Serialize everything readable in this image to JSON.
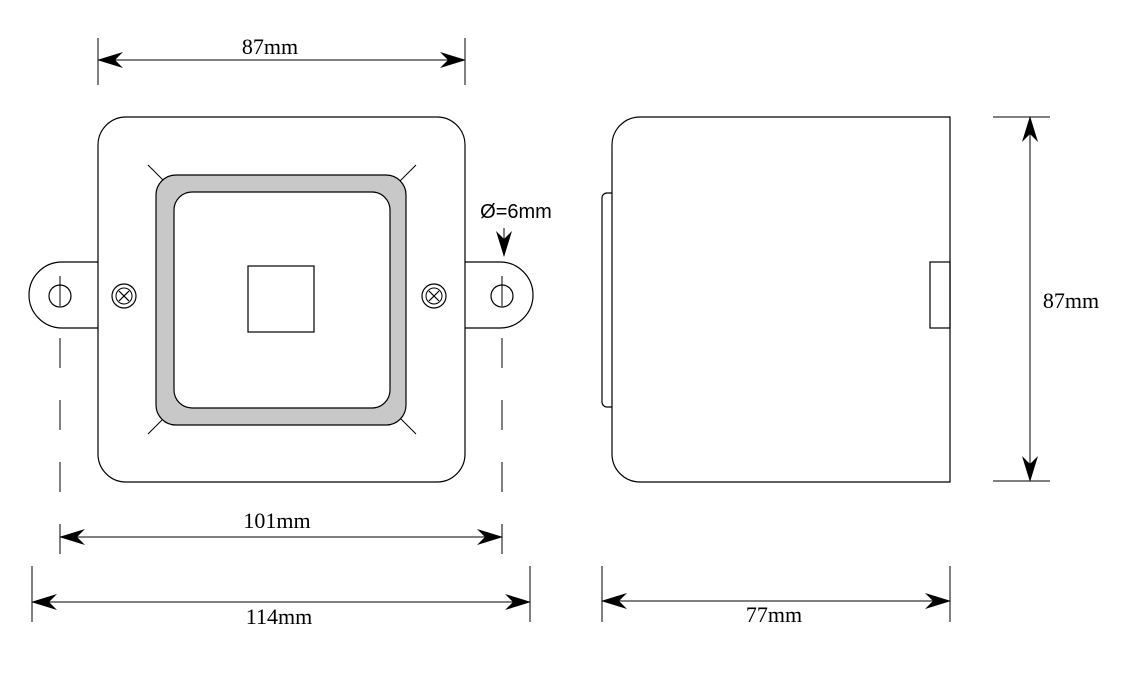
{
  "dimensions": {
    "top_width": "87mm",
    "hole_spacing": "101mm",
    "total_width": "114mm",
    "depth": "77mm",
    "height": "87mm",
    "hole_diameter": "Ø=6mm"
  },
  "colors": {
    "line": "#000000",
    "frame_fill": "#c8c8c8",
    "background": "#ffffff"
  }
}
